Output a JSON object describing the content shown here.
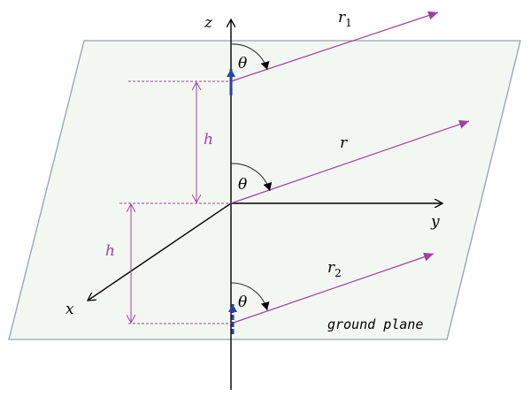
{
  "labels": {
    "z_axis": "z",
    "x_axis": "x",
    "y_axis": "y",
    "r1": "r",
    "r1_sub": "1",
    "r": "r",
    "r2": "r",
    "r2_sub": "2",
    "theta": "θ",
    "h": "h",
    "ground_plane": "ground plane"
  },
  "colors": {
    "plane_fill": "#f3f7f1",
    "plane_stroke": "#8fa3b6",
    "ray": "#a040a0",
    "dipole": "#2a3fa8",
    "axis": "#000000"
  }
}
